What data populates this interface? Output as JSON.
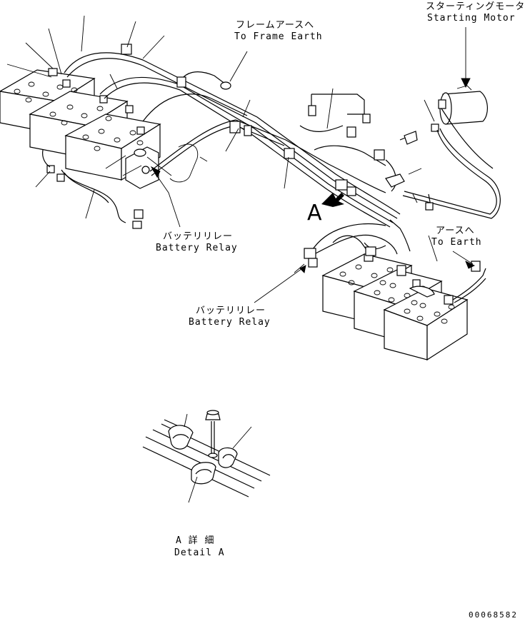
{
  "labels": {
    "frame_earth_jp": "フレームアースへ",
    "frame_earth_en": "To Frame Earth",
    "starting_motor_jp": "スターティングモータ",
    "starting_motor_en": "Starting Motor",
    "battery_relay_1_jp": "バッテリリレー",
    "battery_relay_1_en": "Battery Relay",
    "battery_relay_2_jp": "バッテリリレー",
    "battery_relay_2_en": "Battery Relay",
    "to_earth_jp": "アースへ",
    "to_earth_en": "To Earth",
    "view_letter": "A",
    "detail_jp": "A 詳 細",
    "detail_en": "Detail A",
    "doc_number": "00068582"
  }
}
